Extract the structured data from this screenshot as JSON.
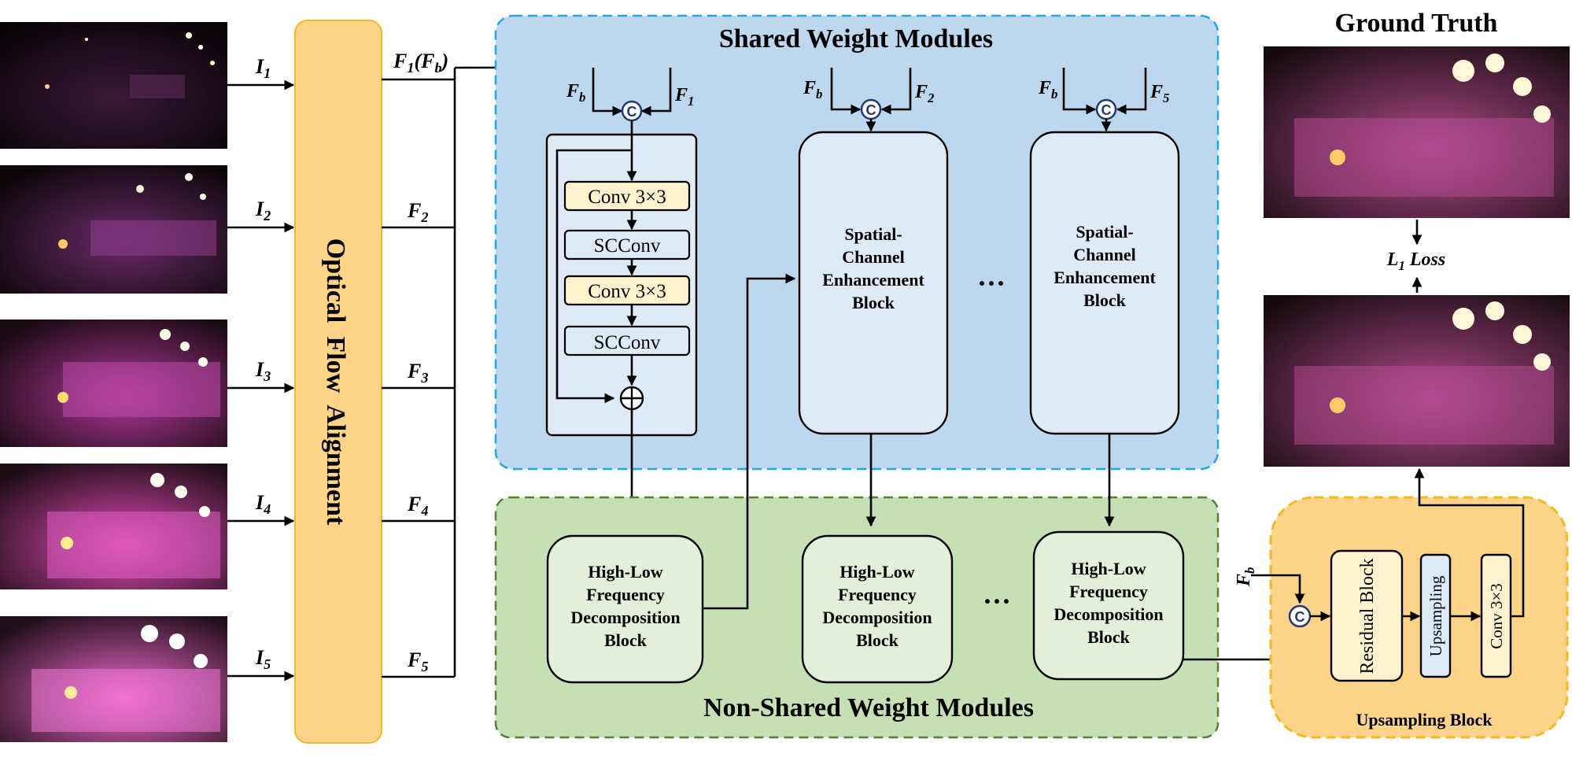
{
  "inputs": [
    "I_1",
    "I_2",
    "I_3",
    "I_4",
    "I_5"
  ],
  "features": [
    "F_1(F_b)",
    "F_2",
    "F_3",
    "F_4",
    "F_5"
  ],
  "optical_flow": "Optical  Flow  Alignment",
  "shared_title": "Shared Weight Modules",
  "nonshared_title": "Non-Shared Weight Modules",
  "concat_symbol": "C",
  "add_symbol": "+",
  "fb_label": "F_b",
  "concat_right_labels": [
    "F_1",
    "F_2",
    "F_5"
  ],
  "inner_blocks": [
    "Conv 3×3",
    "SCConv",
    "Conv 3×3",
    "SCConv"
  ],
  "sceb": [
    "Spatial-",
    "Channel",
    "Enhancement",
    "Block"
  ],
  "hlfd": [
    "High-Low",
    "Frequency",
    "Decomposition",
    "Block"
  ],
  "ellipsis": "···",
  "ground_truth": "Ground Truth",
  "loss": "L_1 Loss",
  "upsampling_block_title": "Upsampling Block",
  "up_blocks": [
    "Residual Block",
    "Upsampling",
    "Conv 3×3"
  ],
  "colors": {
    "orange": "#FDD487",
    "shared_bg": "#BDD7EE",
    "shared_border": "#1FA9E1",
    "nonshared_bg": "#C5E0B4",
    "nonshared_border": "#548235",
    "conv_yellow": "#FFF2CC",
    "block_blue": "#DEEBF7",
    "block_green": "#E2F0D9"
  }
}
